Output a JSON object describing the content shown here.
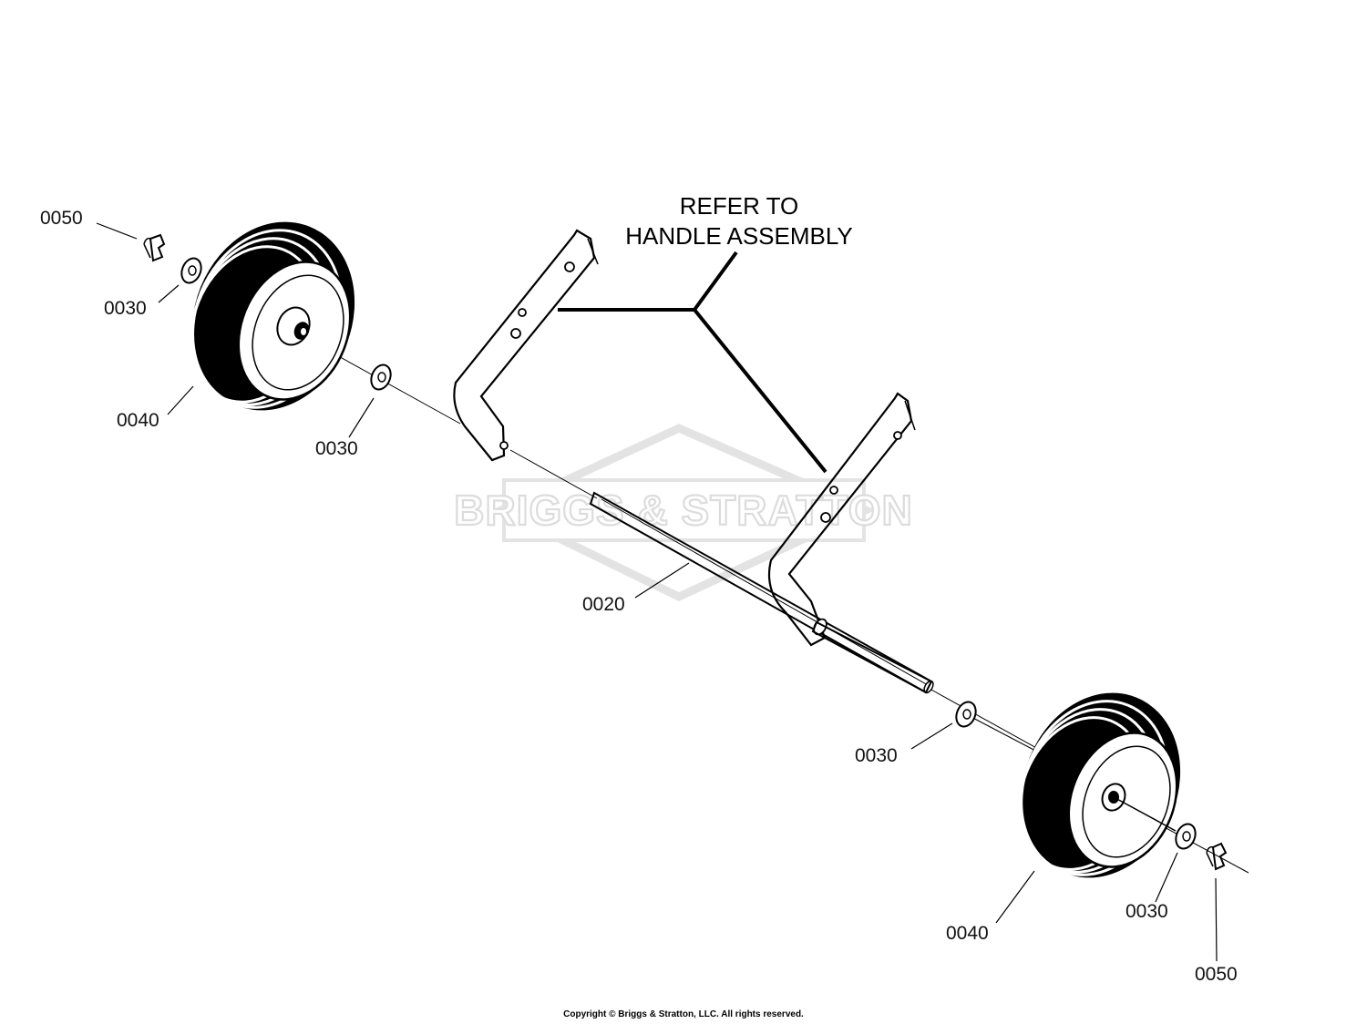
{
  "diagram": {
    "refer_note": {
      "line1": "REFER TO",
      "line2": "HANDLE ASSEMBLY"
    },
    "watermark": "BRIGGS & STRATTON",
    "callouts": {
      "clip_left": "0050",
      "washer_left_outer": "0030",
      "wheel_left": "0040",
      "washer_left_inner": "0030",
      "axle": "0020",
      "washer_right_inner": "0030",
      "wheel_right": "0040",
      "washer_right_outer": "0030",
      "clip_right": "0050"
    },
    "copyright": "Copyright © Briggs & Stratton, LLC. All rights reserved."
  }
}
